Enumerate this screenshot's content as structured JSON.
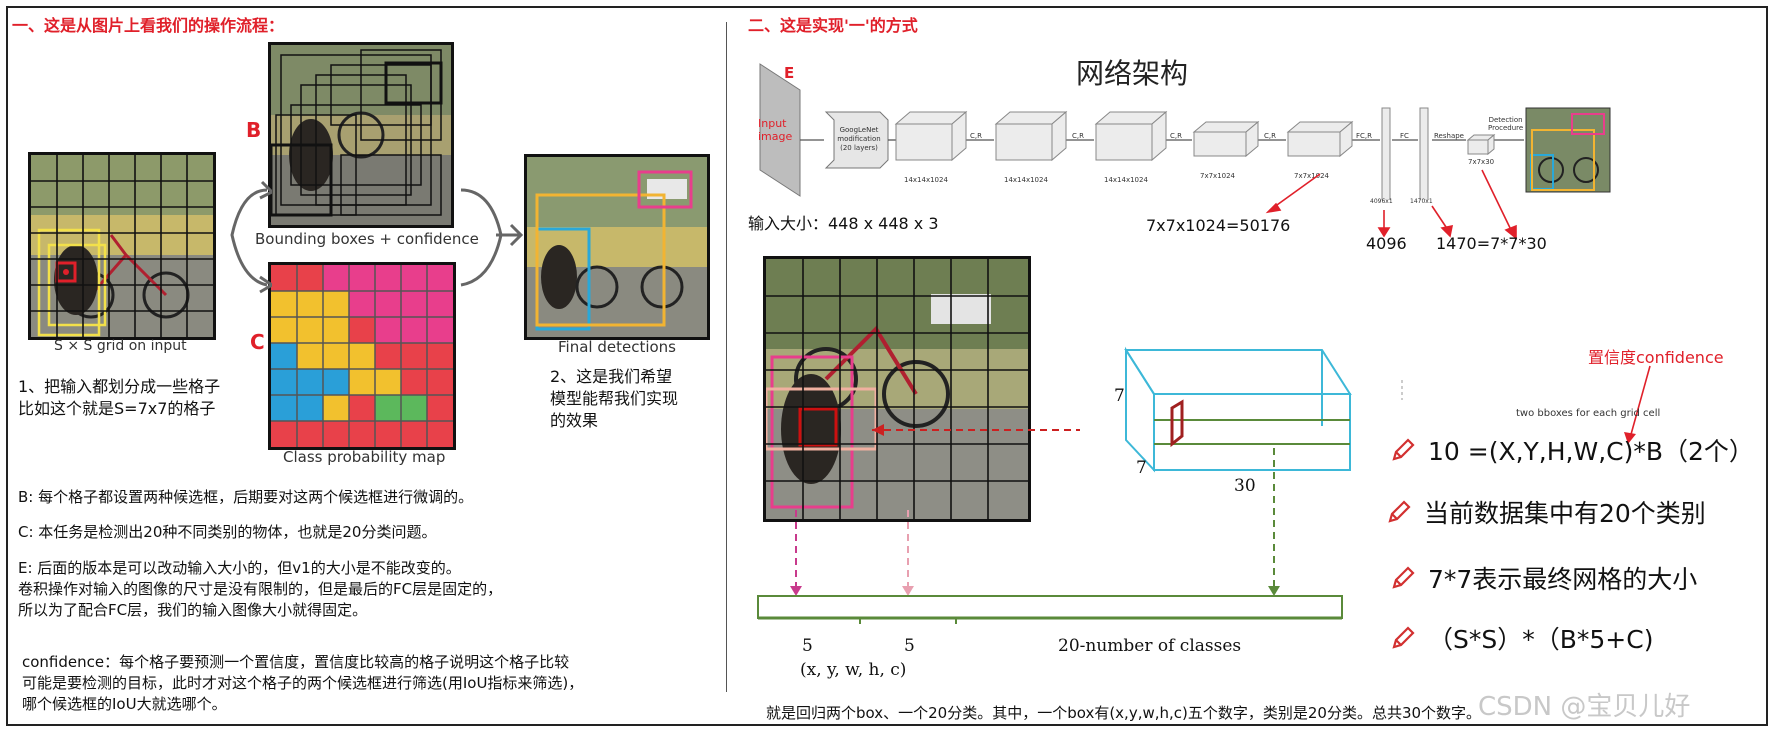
{
  "left": {
    "heading": "一、这是从图片上看我们的操作流程：",
    "label_b": "B",
    "label_c": "C",
    "caption_grid": "S × S grid on input",
    "caption_bbox": "Bounding boxes + confidence",
    "caption_class": "Class probability map",
    "caption_final": "Final detections",
    "note1_line1": "1、把输入都划分成一些格子",
    "note1_line2": "比如这个就是S=7x7的格子",
    "note2_line1": "2、这是我们希望",
    "note2_line2": "模型能帮我们实现",
    "note2_line3": "的效果",
    "text_b": "B: 每个格子都设置两种候选框，后期要对这两个候选框进行微调的。",
    "text_c": "C: 本任务是检测出20种不同类别的物体，也就是20分类问题。",
    "text_e1": "E: 后面的版本是可以改动输入大小的，但v1的大小是不能改变的。",
    "text_e2": "卷积操作对输入的图像的尺寸是没有限制的，但是最后的FC层是固定的，",
    "text_e3": "所以为了配合FC层，我们的输入图像大小就得固定。",
    "text_conf1": "confidence：每个格子要预测一个置信度，置信度比较高的格子说明这个格子比较",
    "text_conf2": "可能是要检测的目标，此时才对这个格子的两个候选框进行筛选(用IoU指标来筛选)，",
    "text_conf3": "哪个候选框的IoU大就选哪个。"
  },
  "right": {
    "heading": "二、这是实现'一'的方式",
    "arch_title": "网络架构",
    "label_e": "E",
    "input_image": "Input image",
    "googlenet_1": "GoogLeNet",
    "googlenet_2": "modification",
    "googlenet_3": "(20 layers)",
    "block_labels": [
      "14x14x1024",
      "14x14x1024",
      "14x14x1024",
      "7x7x1024",
      "7x7x1024"
    ],
    "arrow_labels": [
      "C,R",
      "C,R",
      "C,R",
      "C,R",
      "FC,R",
      "FC",
      "Reshape"
    ],
    "fc1_label": "4096x1",
    "fc2_label": "1470x1",
    "reshape_label": "7x7x30",
    "detection_label_1": "Detection",
    "detection_label_2": "Procedure",
    "input_size": "输入大小：448 x 448 x 3",
    "calc_7x7": "7x7x1024=50176",
    "calc_4096": "4096",
    "calc_1470": "1470=7*7*30",
    "conf_label": "置信度confidence",
    "two_bboxes": "two bboxes for each grid cell",
    "cube_7_left": "7",
    "cube_7_bottom": "7",
    "cube_30": "30",
    "vec_5a": "5",
    "vec_5b": "5",
    "vec_20": "20-number of classes",
    "vec_xywhc": "(x, y, w, h, c)",
    "bullet1": "10 =(X,Y,H,W,C)*B（2个）",
    "bullet2": "当前数据集中有20个类别",
    "bullet3": "7*7表示最终网格的大小",
    "bullet4": "（S*S）*（B*5+C)",
    "summary": "就是回归两个box、一个20分类。其中，一个box有(x,y,w,h,c)五个数字，类别是20分类。总共30个数字。",
    "watermark": "CSDN @宝贝儿好"
  },
  "colors": {
    "accent_red": "#e0202a",
    "class_pink": "#e83e8c",
    "class_yellow": "#f2c12e",
    "class_blue": "#2a9fd8",
    "class_green": "#5cb85c",
    "class_red": "#e8414a",
    "cube_cyan": "#3db8d8",
    "vec_green": "#5a8a3a"
  }
}
